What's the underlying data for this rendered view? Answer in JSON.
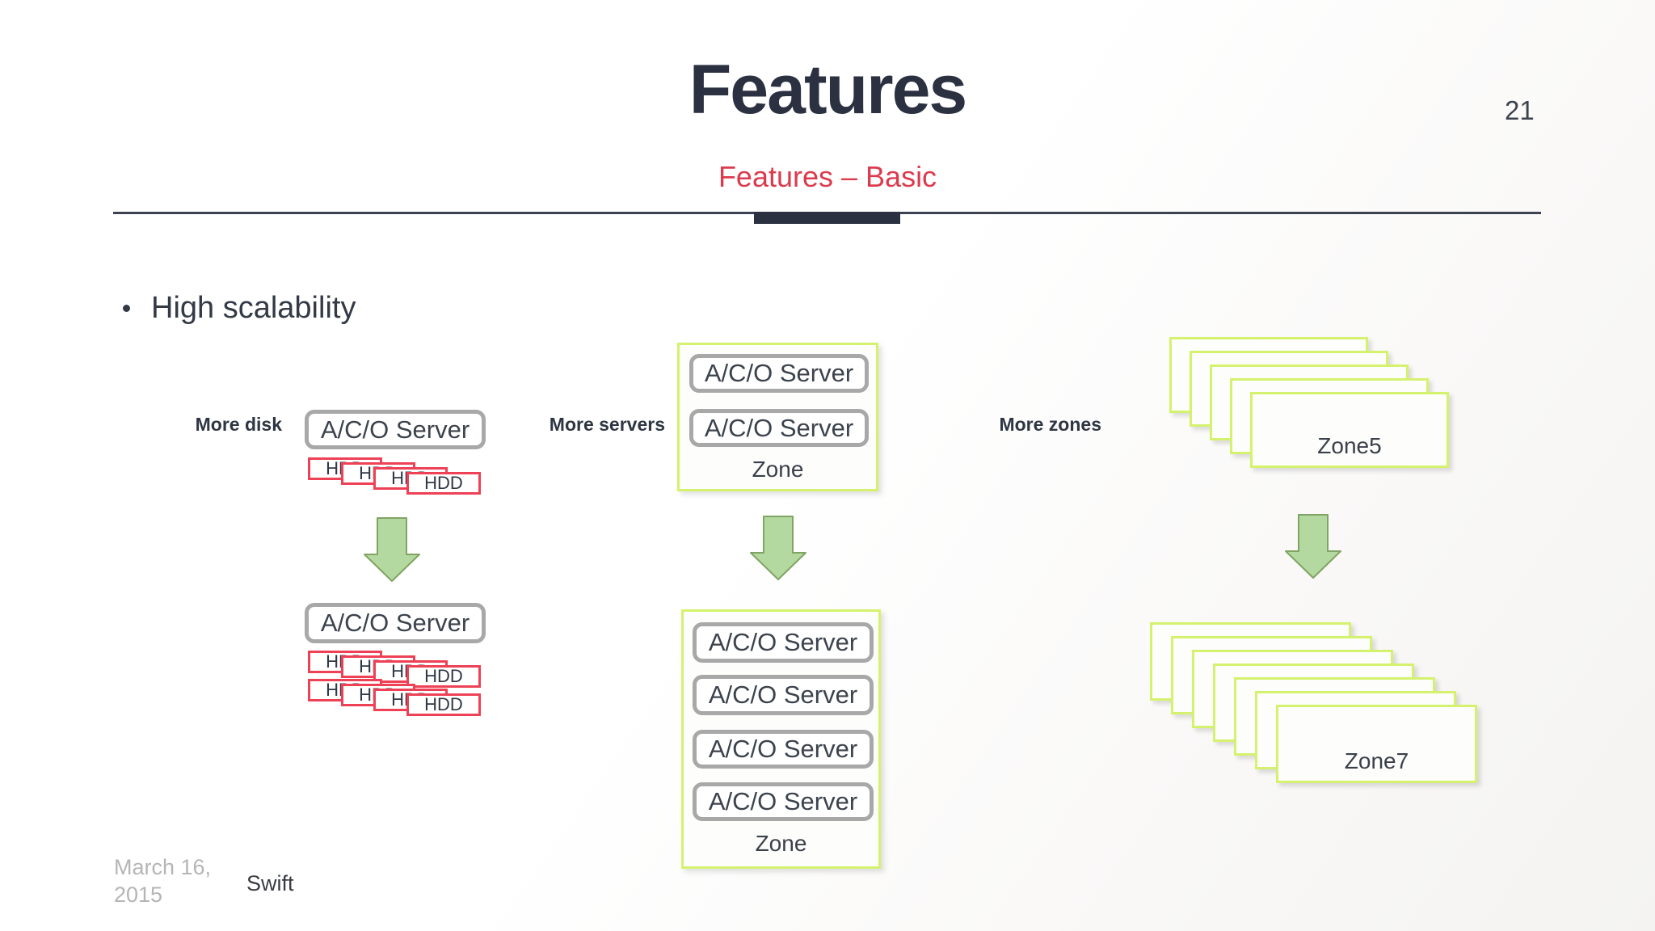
{
  "slide": {
    "title": "Features",
    "subtitle": "Features – Basic",
    "page_number": "21",
    "bullet": "High scalability"
  },
  "diagram": {
    "columns": [
      {
        "label": "More disk"
      },
      {
        "label": "More servers"
      },
      {
        "label": "More zones"
      }
    ],
    "server_label": "A/C/O Server",
    "hdd_label": "HDD",
    "zone_label": "Zone",
    "zone5_label": "Zone5",
    "zone7_label": "Zone7"
  },
  "footer": {
    "date_line1": "March 16,",
    "date_line2": "2015",
    "project": "Swift"
  },
  "colors": {
    "accent-red": "#dc3a4d",
    "title-dark": "#2b3140",
    "rule-dark": "#3c4252",
    "server-border": "#a8a8a8",
    "hdd-border": "#ee4156",
    "zone-border": "#d5f26e",
    "arrow-fill": "#b4d9a0",
    "arrow-stroke": "#80a463",
    "footer-gray": "#b5b5b5"
  }
}
